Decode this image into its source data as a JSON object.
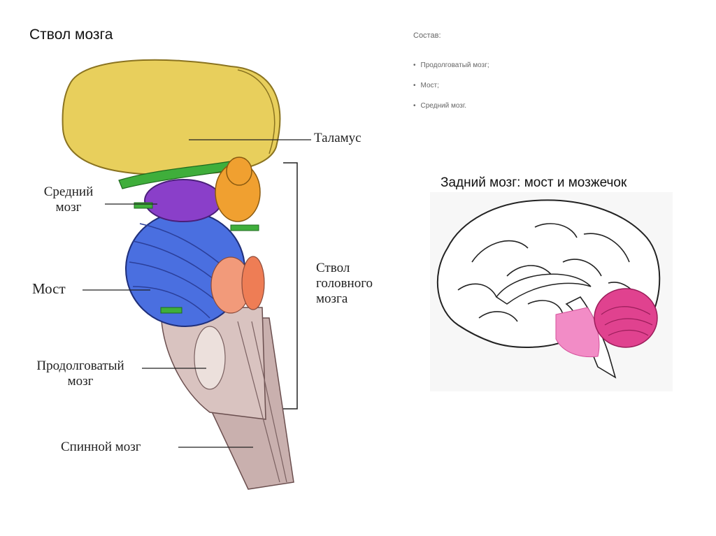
{
  "title": "Ствол мозга",
  "composition": {
    "heading": "Состав:",
    "items": [
      "Продолговатый мозг;",
      "Мост;",
      "Средний мозг."
    ]
  },
  "hindbrain_title": "Задний мозг: мост и мозжечок",
  "labels": {
    "thalamus": "Таламус",
    "midbrain_1": "Средний",
    "midbrain_2": "мозг",
    "pons": "Мост",
    "medulla_1": "Продолговатый",
    "medulla_2": "мозг",
    "spinal": "Спинной мозг",
    "brainstem_1": "Ствол",
    "brainstem_2": "головного",
    "brainstem_3": "мозга"
  },
  "colors": {
    "thalamus": "#e8cf5c",
    "green": "#3fae3b",
    "orange": "#f0a030",
    "midbrain": "#8a3fc9",
    "pons": "#4a6fe0",
    "salmon": "#f29a7a",
    "stem": "#c9b0ae",
    "cerebellum": "#e0428f"
  }
}
